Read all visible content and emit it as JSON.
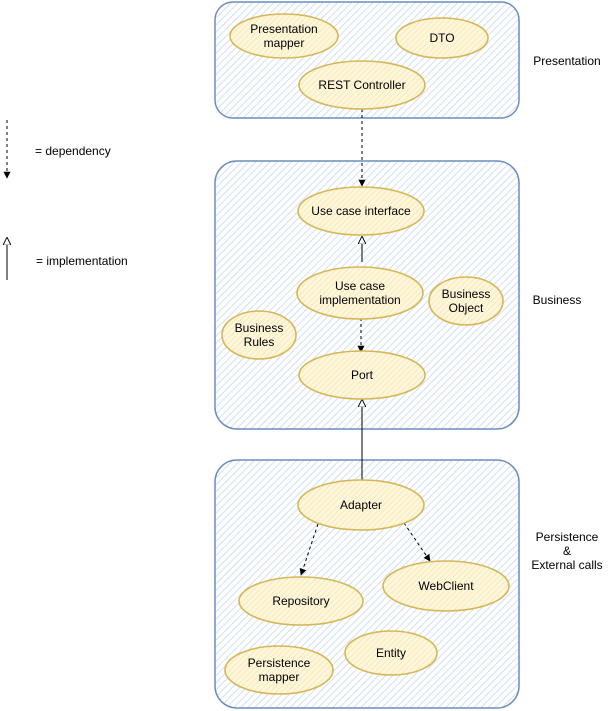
{
  "legend": {
    "dependency_label": "= dependency",
    "implementation_label": "= implementation"
  },
  "layers": [
    {
      "id": "presentation",
      "label": "Presentation"
    },
    {
      "id": "business",
      "label": "Business"
    },
    {
      "id": "persistence",
      "label_lines": [
        "Persistence",
        "&",
        "External calls"
      ]
    }
  ],
  "nodes": {
    "presentation_mapper": [
      "Presentation",
      "mapper"
    ],
    "dto": [
      "DTO"
    ],
    "rest_controller": [
      "REST Controller"
    ],
    "use_case_interface": [
      "Use case interface"
    ],
    "use_case_implementation": [
      "Use case",
      "implementation"
    ],
    "business_object": [
      "Business",
      "Object"
    ],
    "business_rules": [
      "Business",
      "Rules"
    ],
    "port": [
      "Port"
    ],
    "adapter": [
      "Adapter"
    ],
    "repository": [
      "Repository"
    ],
    "webclient": [
      "WebClient"
    ],
    "entity": [
      "Entity"
    ],
    "persistence_mapper": [
      "Persistence",
      "mapper"
    ]
  },
  "colors": {
    "container_stroke": "#6c8ebf",
    "container_hatch": "#c5d8ee",
    "node_stroke": "#d6b656",
    "node_fill": "#fff2cc"
  }
}
